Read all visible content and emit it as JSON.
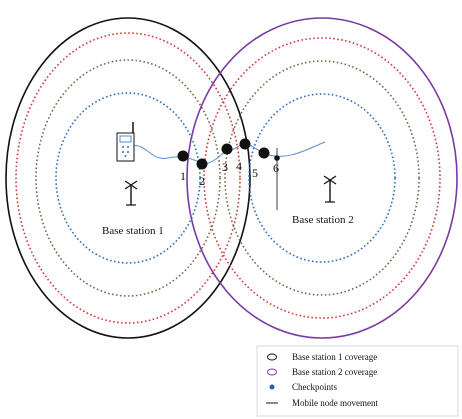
{
  "stations": [
    {
      "label": "Base station 1"
    },
    {
      "label": "Base station 2"
    }
  ],
  "checkpoints": [
    "1",
    "2",
    "3",
    "4",
    "5",
    "6"
  ],
  "legend": [
    {
      "label": "Base station 1 coverage",
      "symbol": "ellipse",
      "color": "#111111"
    },
    {
      "label": "Base station 2 coverage",
      "symbol": "ellipse",
      "color": "#7a3aa3"
    },
    {
      "label": "Checkpoints",
      "symbol": "dot",
      "color": "#2f5aa8"
    },
    {
      "label": "Mobile node movement",
      "symbol": "line",
      "color": "#111111"
    }
  ],
  "colors": {
    "bs1_boundary": "#111111",
    "bs2_boundary": "#7a3aa3",
    "ring_outer": "#d23a3a",
    "ring_middle": "#7a6a4a",
    "ring_inner": "#2f6fc0",
    "path": "#5f8fd0",
    "checkpoint": "#111111"
  },
  "icons": {
    "tower": "antenna-tower-icon",
    "mobile": "mobile-phone-icon"
  }
}
